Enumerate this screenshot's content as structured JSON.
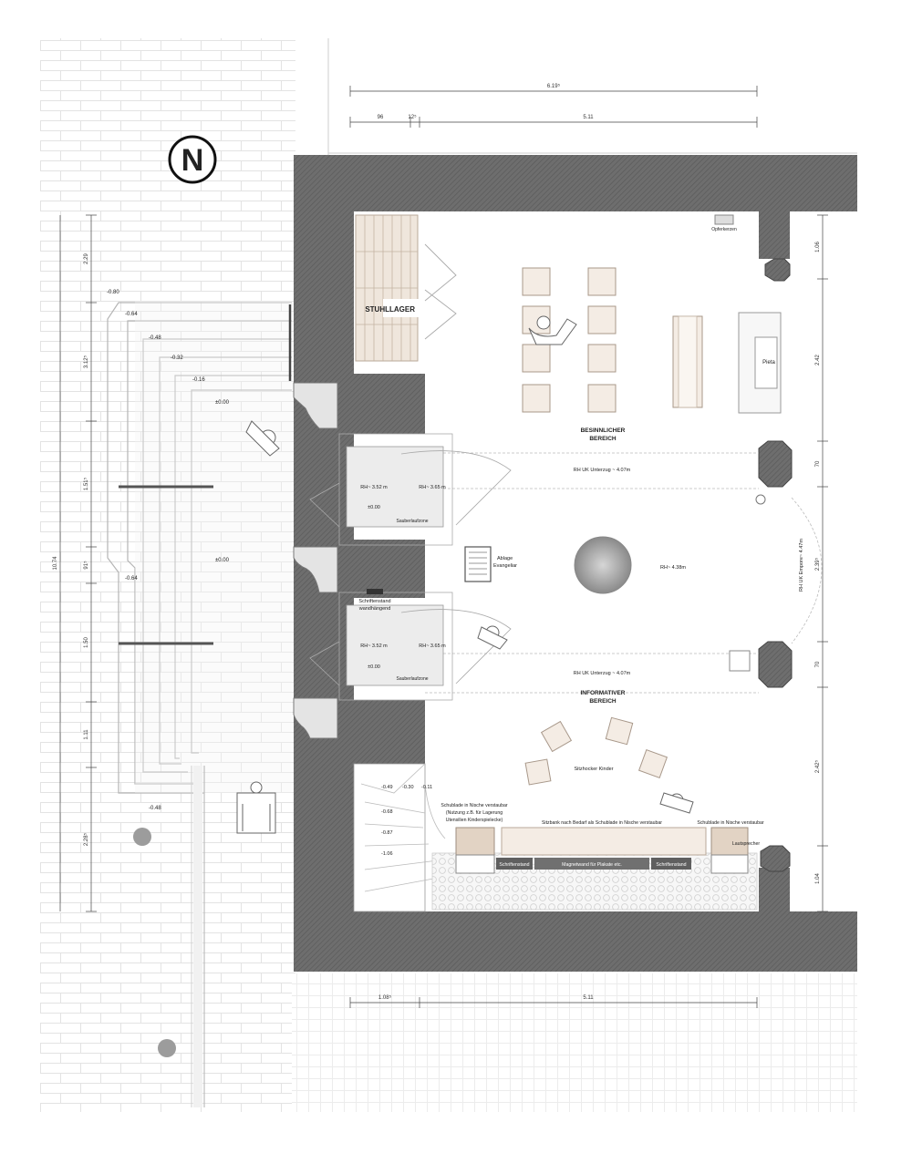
{
  "north": {
    "letter": "N"
  },
  "rooms": {
    "stuhllager": "STUHLLAGER",
    "besinnlich_1": "BESINNLICHER",
    "besinnlich_2": "BEREICH",
    "informativ_1": "INFORMATIVER",
    "informativ_2": "BEREICH"
  },
  "labels": {
    "opferkerzen": "Opferkerzen",
    "pieta": "Pieta",
    "rh_unterzug_top": "RH UK Unterzug ~ 4.07m",
    "rh_unterzug_bottom": "RH UK Unterzug ~ 4.07m",
    "rh_empore": "RH UK Empore~ 4.47m",
    "rh_center": "RH~ 4.38m",
    "ablage_1": "Ablage",
    "ablage_2": "Evangeliar",
    "rh_352_top": "RH~ 3.52 m",
    "rh_365_top": "RH~ 3.65 m",
    "rh_352_bottom": "RH~ 3.52 m",
    "rh_365_bottom": "RH~ 3.65 m",
    "sauberlauf_top": "Sauberlaufzone",
    "sauberlauf_bottom": "Sauberlaufzone",
    "schriftenstand_1": "Schriftenstand",
    "schriftenstand_2": "wandhängend",
    "sitzhocker": "Sitzhocker Kinder",
    "schublade_left_1": "Schublade in Nische verstaubar",
    "schublade_left_2": "(Nutzung z.B. für Lagerung",
    "schublade_left_3": "Utensilien Kinderspielecke)",
    "sitzbank": "Sitzbank nach Bedarf als Schublade in Nische verstaubar",
    "schublade_right": "Schublade in Nische verstaubar",
    "lautsprecher": "Lautsprecher",
    "schriftenstand_a": "Schriftenstand",
    "magnetwand": "Magnetwand für Plakate etc.",
    "schriftenstand_b": "Schriftenstand"
  },
  "levels": {
    "l1": "-0.80",
    "l2": "-0.64",
    "l3": "-0.48",
    "l4": "-0.32",
    "l5": "-0.16",
    "l6": "±0.00",
    "l7": "±0.00",
    "l8": "-0.64",
    "l9": "-0.48",
    "door_top": "±0.00",
    "door_bottom": "±0.00",
    "st1": "-0.49",
    "st2": "-0.30",
    "st3": "-0.11",
    "st4": "-0.68",
    "st5": "-0.87",
    "st6": "-1.06"
  },
  "dimensions": {
    "top_total": "6.19⁵",
    "top_a": "96",
    "top_b": "12⁵",
    "top_c": "5.11",
    "right_1": "1.06",
    "right_2": "2.42",
    "right_3": "70",
    "right_4": "2.39⁵",
    "right_5": "70",
    "right_6": "2.42⁵",
    "right_7": "1.04",
    "left_total": "10.74",
    "left_1": "2.29",
    "left_2": "3.12⁵",
    "left_3": "1.51⁵",
    "left_4": "91⁵",
    "left_5": "1.50",
    "left_6": "1.11",
    "left_7": "2.28⁵",
    "bottom_a": "1.08⁵",
    "bottom_b": "5.11"
  }
}
